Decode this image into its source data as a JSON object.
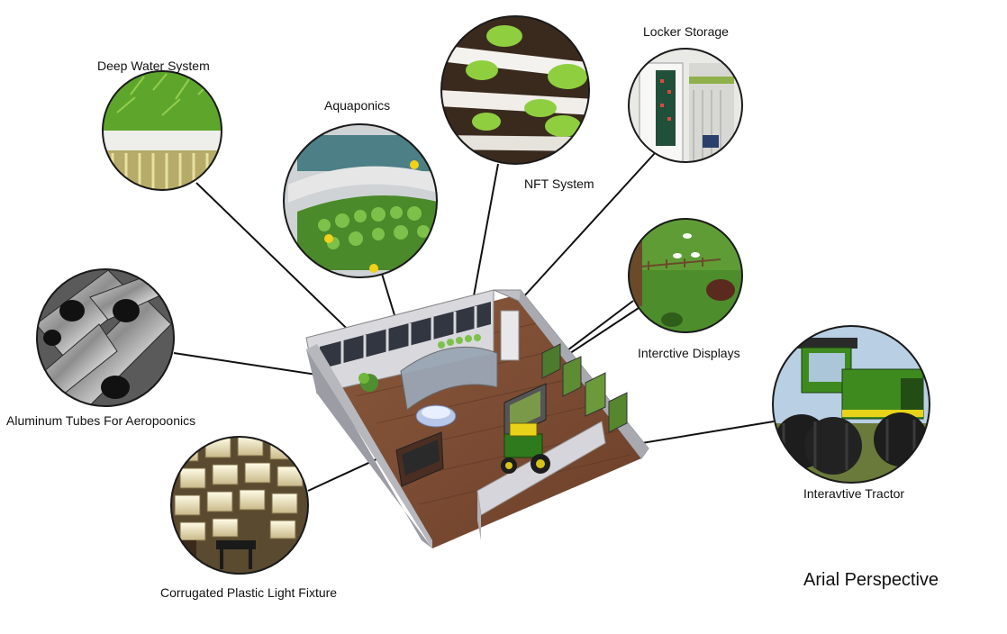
{
  "labels": {
    "deep_water": "Deep Water System",
    "aquaponics": "Aquaponics",
    "nft": "NFT System",
    "locker": "Locker Storage",
    "displays": "Interctive Displays",
    "aluminum": "Aluminum Tubes For Aeropoonics",
    "tractor": "Interavtive Tractor",
    "light_fixture": "Corrugated Plastic Light Fixture"
  },
  "title": "Arial Perspective",
  "colors": {
    "line": "#111111",
    "ring": "#1a1a1a",
    "floor": "#7a4a33",
    "wall": "#c9c9cf",
    "tractor_green": "#2f7a1d",
    "tractor_yellow": "#e8d21a",
    "leaf_green": "#6fb63a"
  }
}
